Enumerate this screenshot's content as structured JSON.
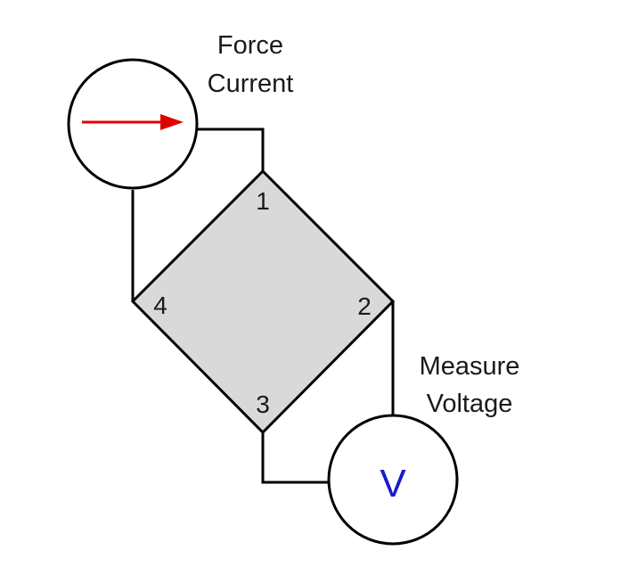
{
  "force_source": {
    "label_line1": "Force",
    "label_line2": "Current",
    "arrow_color": "#e00000",
    "arrow_icon": "arrow-right-icon"
  },
  "measure_source": {
    "label_line1": "Measure",
    "label_line2": "Voltage",
    "symbol": "V",
    "symbol_color": "#1a1acc"
  },
  "sample": {
    "fill_color": "#d9d9d9",
    "corners": [
      "1",
      "2",
      "3",
      "4"
    ]
  }
}
